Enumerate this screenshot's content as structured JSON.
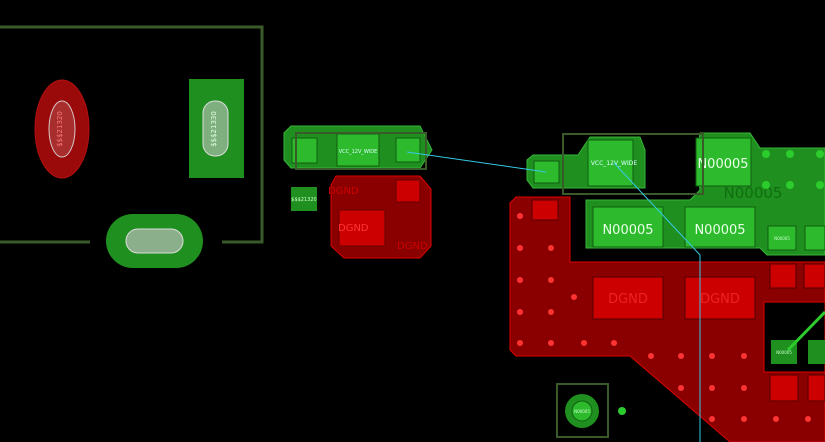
{
  "app": {
    "title": "PCB Layout Viewer"
  },
  "colors": {
    "background": "#000000",
    "silkscreen": "#3b5a2a",
    "copper_green": "#1f8f1f",
    "copper_green_bright": "#2dcc2d",
    "copper_red": "#8a0000",
    "copper_red_bright": "#d40000",
    "ratsnest": "#36c8e6"
  },
  "nets": {
    "dgnd_a": "DGND",
    "dgnd_b": "DGND",
    "dgnd_c": "DGND",
    "dgnd_d": "DGND",
    "dgnd_e": "DGND",
    "vcc12_a": "VCC_12V_WIDE",
    "vcc12_b": "VCC_12V_WIDE",
    "n5_a": "N00005",
    "n5_b": "N00005",
    "n5_c": "N00005",
    "n5_d": "N00005",
    "n5_small_a": "N00005",
    "n5_small_b": "N00005",
    "ref_a": "$$$21320",
    "ref_b": "$$$21330",
    "ref_c": "$$$21320",
    "ref_d": "N00005"
  }
}
